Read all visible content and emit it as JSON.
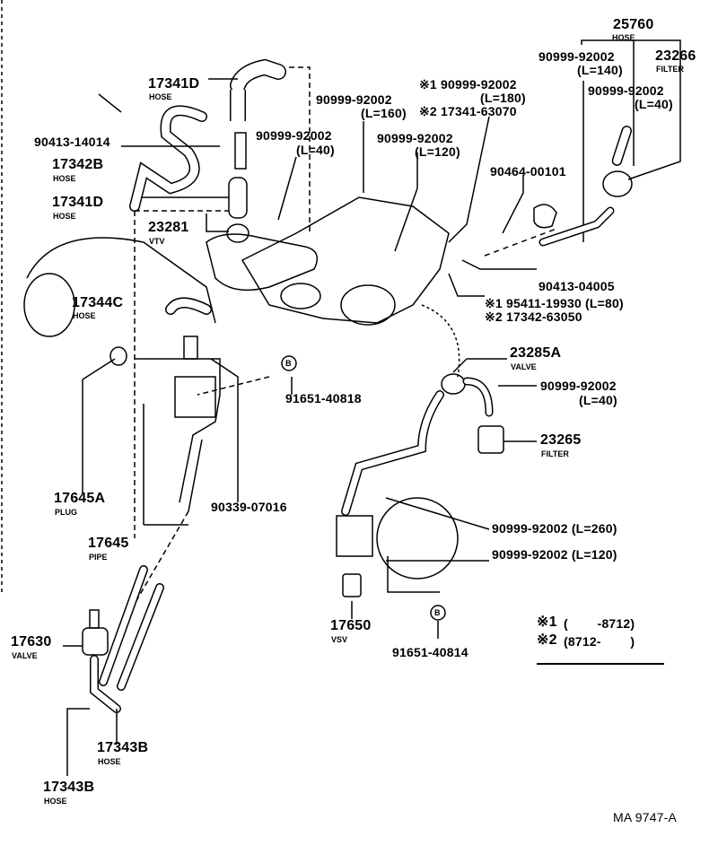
{
  "diagram_code": "MA 9747-A",
  "parts": [
    {
      "id": "p25760",
      "number": "25760",
      "name": "HOSE"
    },
    {
      "id": "p_l140",
      "number": "90999-92002",
      "note": "(L=140)"
    },
    {
      "id": "p23266",
      "number": "23266",
      "name": "FILTER"
    },
    {
      "id": "p_l40a",
      "number": "90999-92002",
      "note": "(L=40)"
    },
    {
      "id": "p17341d_a",
      "number": "17341D",
      "name": "HOSE"
    },
    {
      "id": "p_star1_l180",
      "number": "※1 90999-92002",
      "note": "(L=180)"
    },
    {
      "id": "p_star2_63070",
      "number": "※2 17341-63070"
    },
    {
      "id": "p_l160",
      "number": "90999-92002",
      "note": "(L=160)"
    },
    {
      "id": "p90413_14014",
      "number": "90413-14014"
    },
    {
      "id": "p_l40b",
      "number": "90999-92002",
      "note": "(L=40)"
    },
    {
      "id": "p_l120a",
      "number": "90999-92002",
      "note": "(L=120)"
    },
    {
      "id": "p17342b",
      "number": "17342B",
      "name": "HOSE"
    },
    {
      "id": "p90464",
      "number": "90464-00101"
    },
    {
      "id": "p17341d_b",
      "number": "17341D",
      "name": "HOSE"
    },
    {
      "id": "p23281",
      "number": "23281",
      "name": "VTV"
    },
    {
      "id": "p90413_04005",
      "number": "90413-04005"
    },
    {
      "id": "p17344c",
      "number": "17344C",
      "name": "HOSE"
    },
    {
      "id": "p_star1_l80",
      "number": "※1 95411-19930 (L=80)"
    },
    {
      "id": "p_star2_63050",
      "number": "※2 17342-63050"
    },
    {
      "id": "p23285a",
      "number": "23285A",
      "name": "VALVE"
    },
    {
      "id": "p91651_40818",
      "number": "91651-40818"
    },
    {
      "id": "p_l40c",
      "number": "90999-92002",
      "note": "(L=40)"
    },
    {
      "id": "p23265",
      "number": "23265",
      "name": "FILTER"
    },
    {
      "id": "p17645a",
      "number": "17645A",
      "name": "PLUG"
    },
    {
      "id": "p90339",
      "number": "90339-07016"
    },
    {
      "id": "p17645",
      "number": "17645",
      "name": "PIPE"
    },
    {
      "id": "p_l260",
      "number": "90999-92002 (L=260)"
    },
    {
      "id": "p_l120b",
      "number": "90999-92002 (L=120)"
    },
    {
      "id": "p17630",
      "number": "17630",
      "name": "VALVE"
    },
    {
      "id": "p17650",
      "number": "17650",
      "name": "VSV"
    },
    {
      "id": "p91651_40814",
      "number": "91651-40814"
    },
    {
      "id": "p17343b_a",
      "number": "17343B",
      "name": "HOSE"
    },
    {
      "id": "p17343b_b",
      "number": "17343B",
      "name": "HOSE"
    }
  ],
  "callout_letter": "B",
  "legend": [
    {
      "mark": "※1",
      "range": "(        -8712)"
    },
    {
      "mark": "※2",
      "range": "(8712-        )"
    }
  ]
}
